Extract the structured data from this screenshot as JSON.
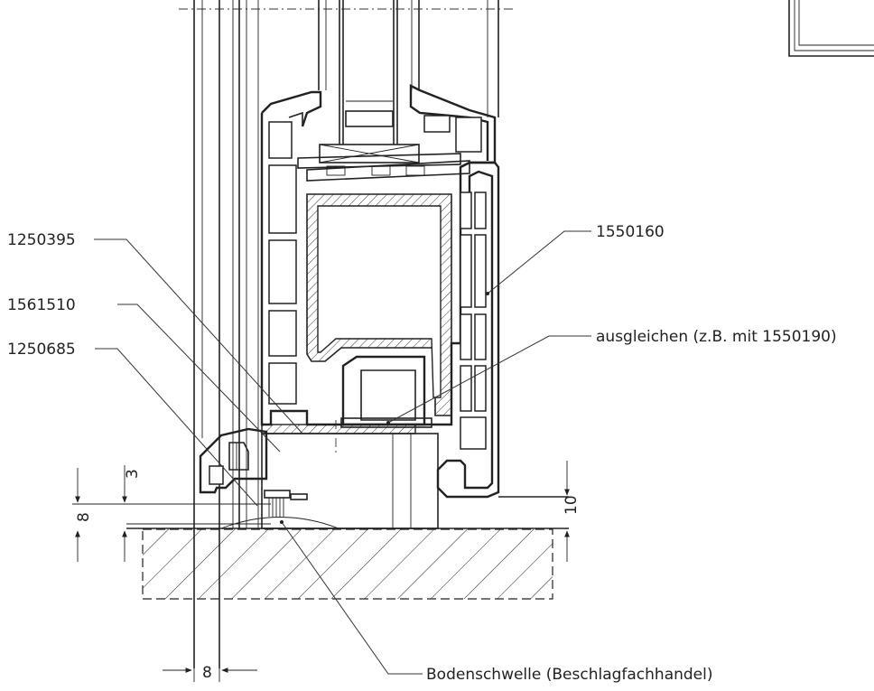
{
  "callouts": {
    "c1": "1250395",
    "c2": "1561510",
    "c3": "1250685",
    "c4": "1550160",
    "c5": "ausgleichen (z.B. mit 1550190)",
    "c6": "Bodenschwelle (Beschlagfachhandel)"
  },
  "dimensions": {
    "d_top_3": "3",
    "d_left_8": "8",
    "d_bottom_8": "8",
    "d_right_10": "10"
  }
}
